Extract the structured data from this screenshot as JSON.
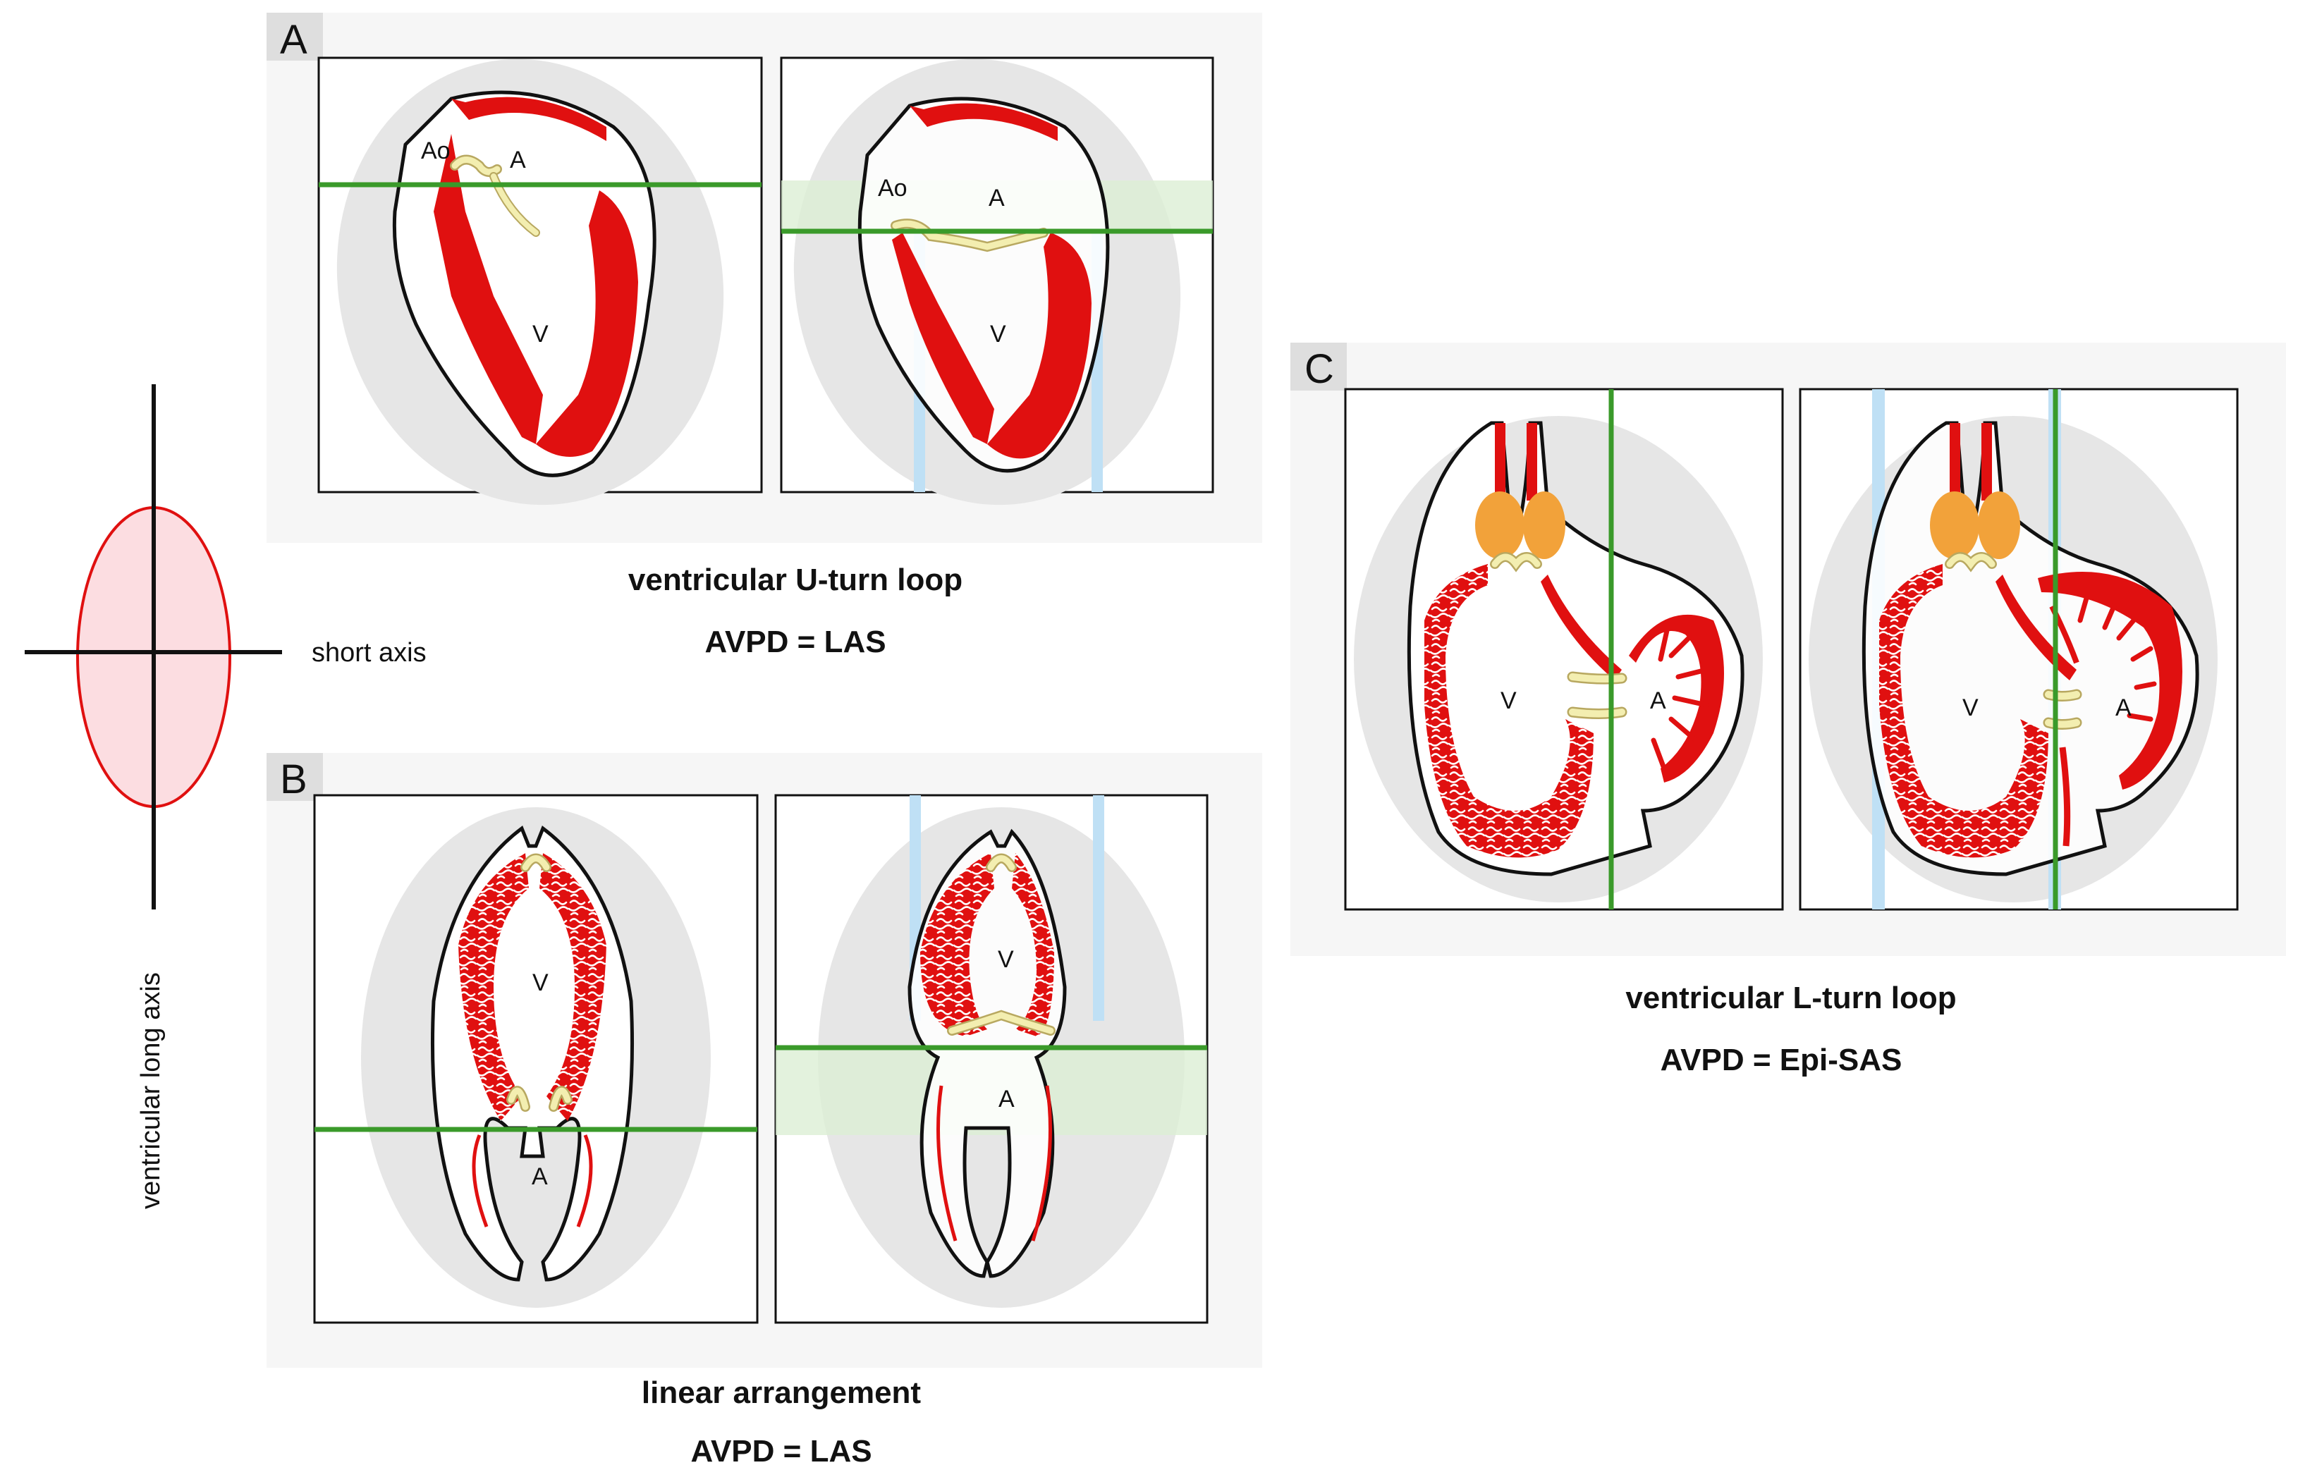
{
  "axis_key": {
    "short_axis_label": "short axis",
    "long_axis_label": "ventricular long axis"
  },
  "panels": {
    "A": {
      "letter": "A",
      "caption_line1": "ventricular U-turn loop",
      "caption_line2": "AVPD = LAS",
      "labels": {
        "aorta": "Ao",
        "atrium": "A",
        "ventricle": "V"
      }
    },
    "B": {
      "letter": "B",
      "caption_line1": "linear arrangement",
      "caption_line2": "AVPD = LAS",
      "labels": {
        "atrium": "A",
        "ventricle": "V"
      }
    },
    "C": {
      "letter": "C",
      "caption_line1": "ventricular L-turn loop",
      "caption_line2": "AVPD = Epi-SAS",
      "labels": {
        "atrium": "A",
        "ventricle": "V"
      }
    }
  },
  "colors": {
    "myocardium": "#e01010",
    "cushion": "#f3eeb0",
    "outflow": "#f2a23a",
    "plane_line": "#3a9a2a",
    "plane_band": "#dcefd5",
    "long_axis_band": "#bfe0f5",
    "shadow": "#e6e6e6",
    "panel_bg": "#f6f6f6",
    "ellipse_fill": "#fbd7dc",
    "ellipse_stroke": "#e01010"
  }
}
